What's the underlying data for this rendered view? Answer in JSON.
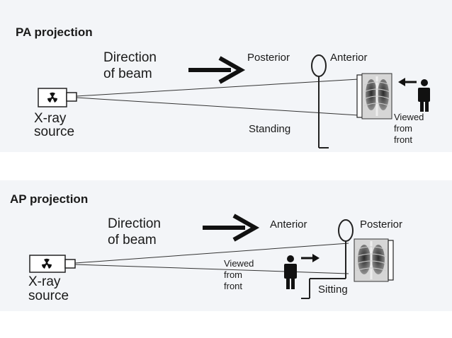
{
  "pa": {
    "title": "PA projection",
    "direction_line1": "Direction",
    "direction_line2": "of beam",
    "side_left": "Posterior",
    "side_right": "Anterior",
    "source_line1": "X-ray",
    "source_line2": "source",
    "position": "Standing",
    "viewed_line1": "Viewed",
    "viewed_line2": "from",
    "viewed_line3": "front"
  },
  "ap": {
    "title": "AP projection",
    "direction_line1": "Direction",
    "direction_line2": "of beam",
    "side_left": "Anterior",
    "side_right": "Posterior",
    "source_line1": "X-ray",
    "source_line2": "source",
    "position": "Sitting",
    "viewed_line1": "Viewed",
    "viewed_line2": "from",
    "viewed_line3": "front"
  },
  "icons": {
    "source": "radiation-icon",
    "arrow": "beam-direction-arrow-icon",
    "person": "person-icon",
    "xray": "chest-xray-film-icon"
  }
}
